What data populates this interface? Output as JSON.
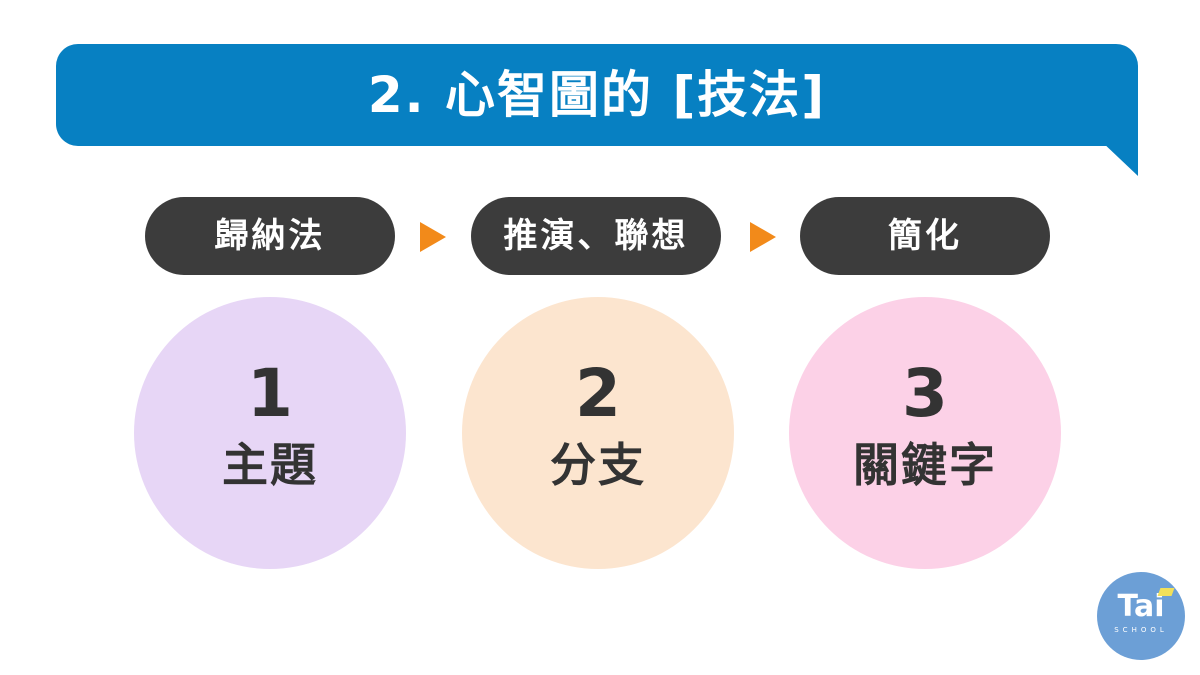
{
  "header": {
    "title": "2. 心智圖的 [技法]"
  },
  "steps": [
    {
      "pill": "歸納法",
      "number": "1",
      "label": "主題",
      "color": "#e7d6f6"
    },
    {
      "pill": "推演、聯想",
      "number": "2",
      "label": "分支",
      "color": "#fce5cf"
    },
    {
      "pill": "簡化",
      "number": "3",
      "label": "關鍵字",
      "color": "#fcd1e7"
    }
  ],
  "colors": {
    "banner": "#0780c2",
    "pill": "#3c3c3c",
    "arrow": "#f28a1a"
  },
  "logo": {
    "name": "Tai",
    "sub": "SCHOOL"
  }
}
